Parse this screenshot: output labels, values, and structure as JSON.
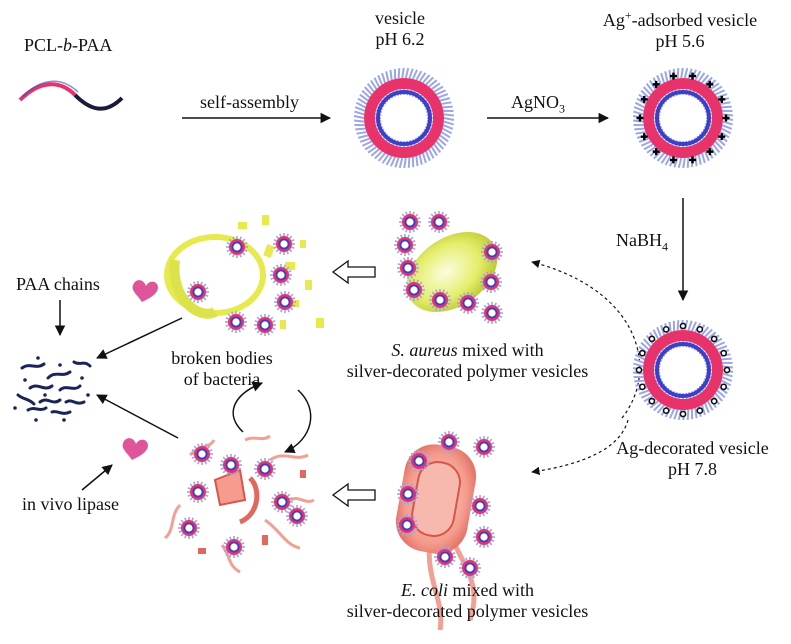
{
  "labels": {
    "polymer": {
      "pre": "PCL-",
      "italic": "b",
      "post": "-PAA"
    },
    "self_assembly": "self-assembly",
    "vesicle": {
      "line1": "vesicle",
      "line2": "pH 6.2"
    },
    "agno3": {
      "base": "AgNO",
      "sub": "3"
    },
    "ag_adsorbed": {
      "pre": "Ag",
      "sup": "+",
      "post": "-adsorbed vesicle",
      "line2": "pH 5.6"
    },
    "nabh4": {
      "base": "NaBH",
      "sub": "4"
    },
    "ag_decorated": {
      "line1": "Ag-decorated vesicle",
      "line2": "pH 7.8"
    },
    "s_aureus": {
      "italic": "S. aureus",
      "rest": " mixed with",
      "line2": "silver-decorated polymer vesicles"
    },
    "e_coli": {
      "italic": "E. coli",
      "rest": " mixed with",
      "line2": "silver-decorated polymer vesicles"
    },
    "broken": {
      "line1": "broken bodies",
      "line2": "of bacteria"
    },
    "paa_chains": "PAA chains",
    "lipase": "in vivo lipase"
  },
  "colors": {
    "corona": "#9aa6e8",
    "pcl_layer": "#e8336a",
    "paa_inner": "#3d3fc8",
    "polymer_black": "#1a1a3a",
    "silver_dot": "#111111",
    "s_aureus_body": "#dde85a",
    "e_coli_body": "#f59c8e",
    "lipase": "#e0559a",
    "paa_fragment": "#1b2458"
  }
}
